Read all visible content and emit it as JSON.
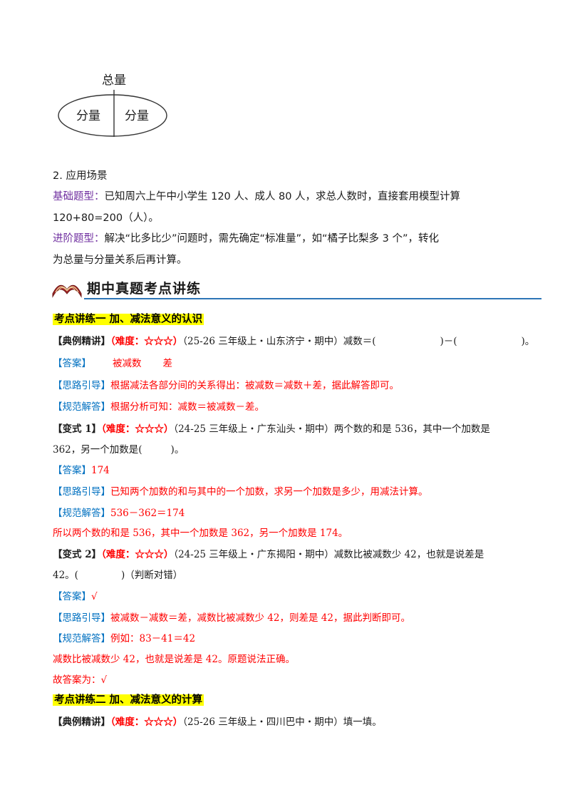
{
  "diagram": {
    "total": "总量",
    "part_left": "分量",
    "part_right": "分量"
  },
  "app": {
    "heading": "2. 应用场景",
    "basic_label": "基础题型：",
    "basic_text_1": "已知周六上午中小学生 120 人、成人 80 人，求总人数时，直接套用模型计算",
    "basic_text_2": "120+80=200（人）。",
    "adv_label": "进阶题型：",
    "adv_text_1": "解决“比多比少”问题时，需先确定“标准量”，如“橘子比梨多 3 个”，转化",
    "adv_text_2": "为总量与分量关系后再计算。"
  },
  "banner": {
    "title": "期中真题考点讲练"
  },
  "s1": {
    "title": "考点讲练一  加、减法意义的认识",
    "ex_tag": "【典例精讲】",
    "ex_diff": "（难度：☆☆☆）",
    "ex_src": "（25-26 三年级上・山东济宁・期中）减数＝(",
    "ex_mid": ")－(",
    "ex_end": ")。",
    "ans_tag": "【答案】",
    "ans_a": "被减数",
    "ans_b": "差",
    "think_tag": "【思路引导】",
    "think_text": "根据减法各部分间的关系得出：被减数＝减数＋差，据此解答即可。",
    "sol_tag": "【规范解答】",
    "sol_text": "根据分析可知：减数＝被减数－差。",
    "v1_tag": "【变式 1】",
    "v1_diff": "（难度：☆☆☆）",
    "v1_src": "（24-25 三年级上・广东汕头・期中）两个数的和是 536，其中一个加数是",
    "v1_line2a": "362，另一个加数是(",
    "v1_line2b": ")。",
    "v1_ans_tag": "【答案】",
    "v1_ans": "174",
    "v1_think_tag": "【思路引导】",
    "v1_think": "已知两个加数的和与其中的一个加数，求另一个加数是多少，用减法计算。",
    "v1_sol_tag": "【规范解答】",
    "v1_sol": "536－362＝174",
    "v1_conc": "所以两个数的和是 536，其中一个加数是 362，另一个加数是 174。",
    "v2_tag": "【变式 2】",
    "v2_diff": "（难度：☆☆☆）",
    "v2_src": "（24-25 三年级上・广东揭阳・期中）减数比被减数少 42，也就是说差是",
    "v2_line2a": "42。(",
    "v2_line2b": ")（判断对错）",
    "v2_ans_tag": "【答案】",
    "v2_ans": "√",
    "v2_think_tag": "【思路引导】",
    "v2_think": "被减数－减数＝差，减数比被减数少 42，则差是 42，据此判断即可。",
    "v2_sol_tag": "【规范解答】",
    "v2_sol": "例如：83－41＝42",
    "v2_conc": "减数比被减数少 42，也就是说差是 42。原题说法正确。",
    "v2_final": "故答案为：√"
  },
  "s2": {
    "title": "考点讲练二  加、减法意义的计算",
    "ex_tag": "【典例精讲】",
    "ex_diff": "（难度：☆☆☆）",
    "ex_src": "（25-26 三年级上・四川巴中・期中）填一填。"
  }
}
